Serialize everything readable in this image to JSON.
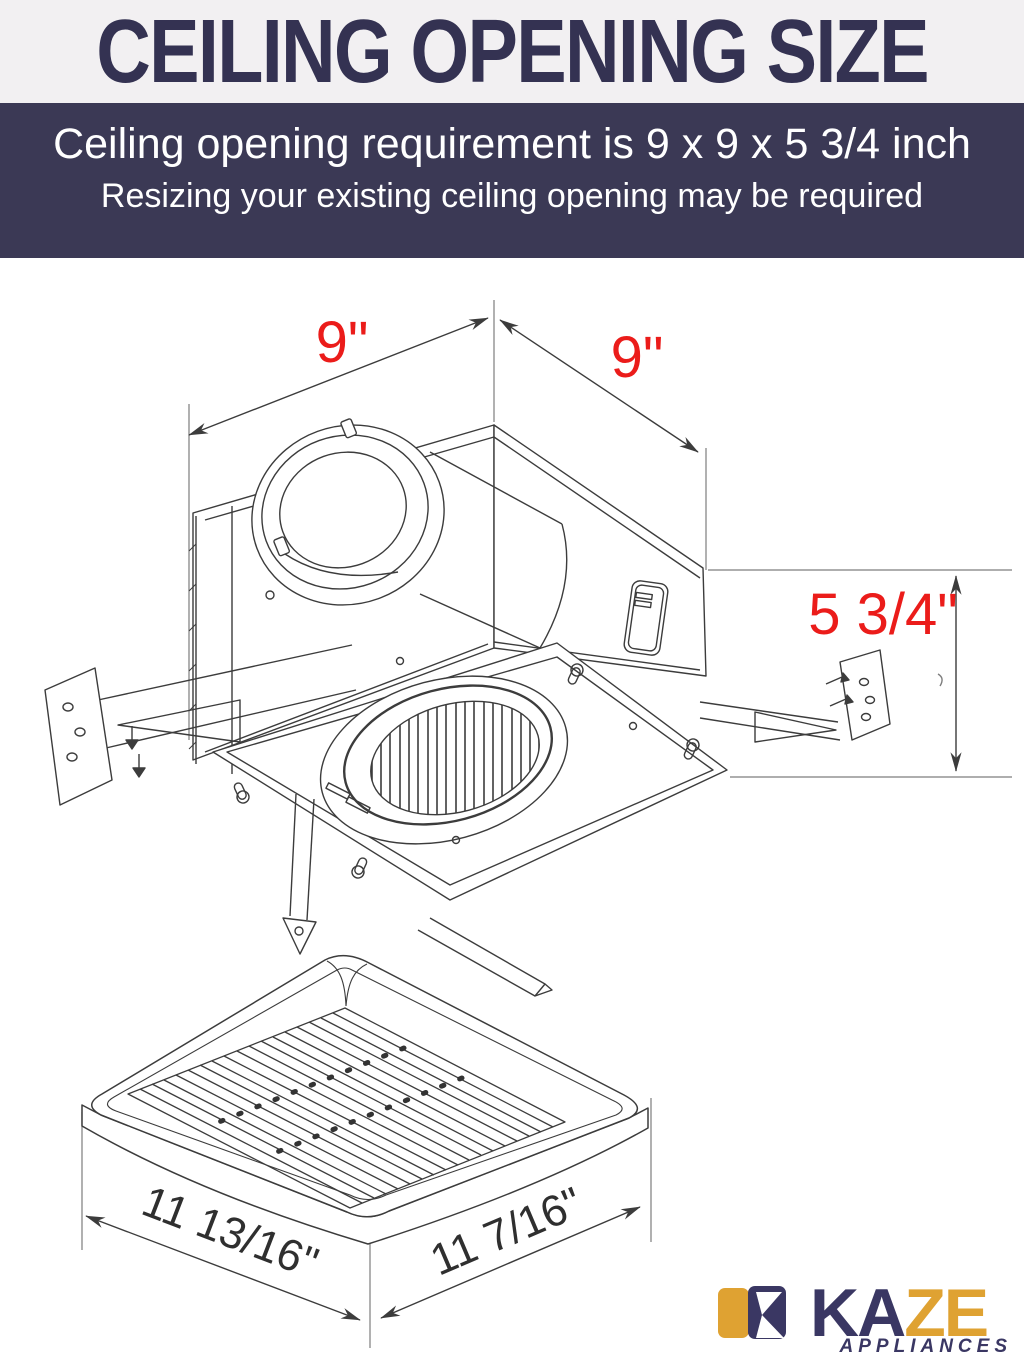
{
  "header": {
    "title": "CEILING OPENING SIZE"
  },
  "banner": {
    "line1": "Ceiling opening requirement is 9 x 9 x 5 3/4 inch",
    "line2": "Resizing your existing ceiling opening may be required"
  },
  "diagram": {
    "width_label": "9\"",
    "depth_label": "9\"",
    "height_label": "5 3/4\"",
    "grille_width_label": "11 13/16\"",
    "grille_depth_label": "11 7/16\""
  },
  "logo": {
    "brand_part1": "KA",
    "brand_part2": "ZE",
    "subtitle": "APPLIANCES"
  },
  "colors": {
    "header_bg": "#f2f0f2",
    "title_text": "#343252",
    "banner_bg": "#3b3955",
    "banner_text": "#ffffff",
    "dimension_red": "#eb1c1a",
    "drawing_line": "#3c3c3c",
    "extension_line": "#7d7d7d",
    "logo_navy": "#3a3763",
    "logo_gold": "#dfa232"
  }
}
